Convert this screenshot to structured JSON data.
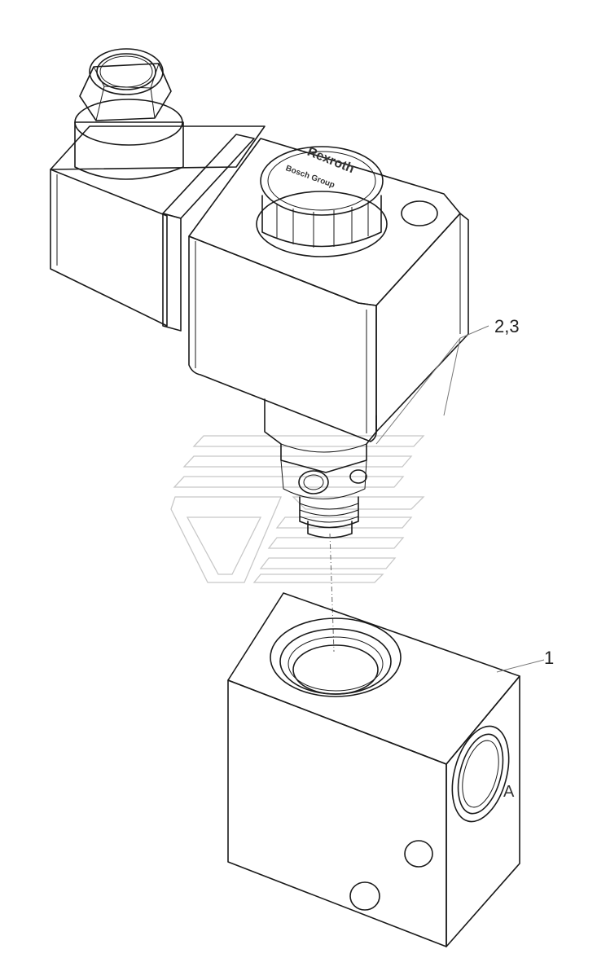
{
  "callouts": {
    "solenoid_valve": "2,3",
    "valve_block": "1"
  },
  "cap_brand": "Rexroth",
  "cap_subtitle": "Bosch Group",
  "port_marking": "A"
}
